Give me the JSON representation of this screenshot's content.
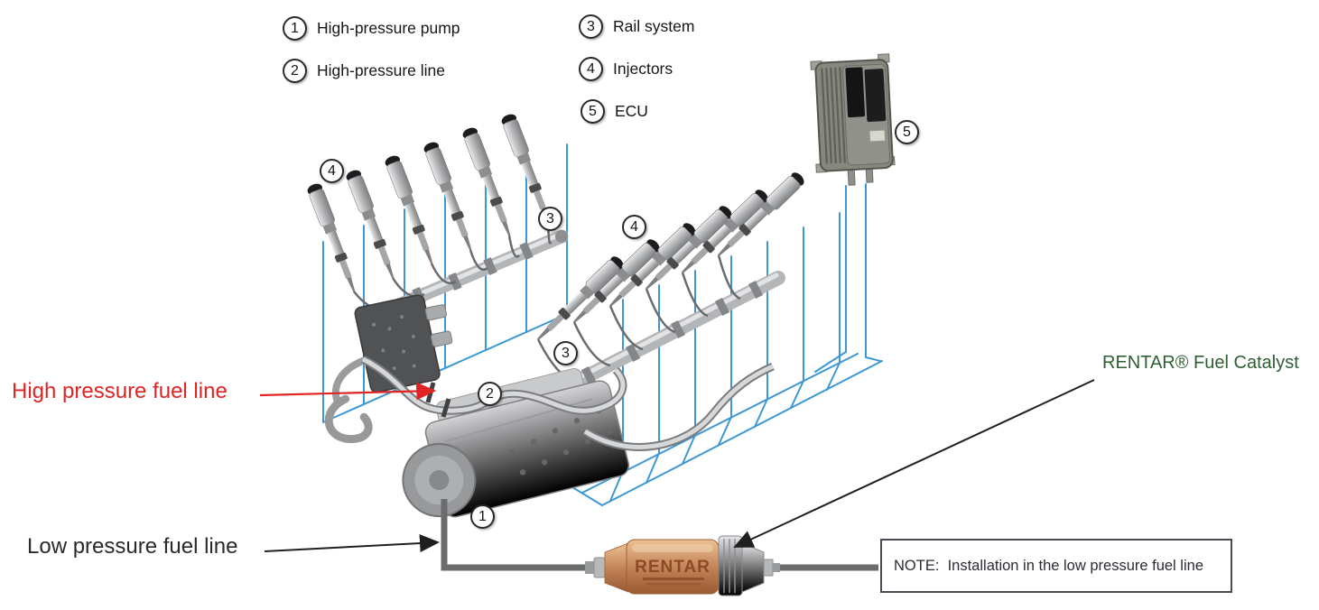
{
  "legend": {
    "items": [
      {
        "num": "1",
        "label": "High-pressure pump"
      },
      {
        "num": "2",
        "label": "High-pressure line"
      },
      {
        "num": "3",
        "label": "Rail system"
      },
      {
        "num": "4",
        "label": "Injectors"
      },
      {
        "num": "5",
        "label": "ECU"
      }
    ]
  },
  "callouts": {
    "pump": "1",
    "hp_line": "2",
    "rail_left": "3",
    "rail_right": "3",
    "injectors_left": "4",
    "injectors_right": "4",
    "ecu": "5"
  },
  "labels": {
    "high_pressure": "High pressure fuel line",
    "low_pressure": "Low pressure fuel line",
    "rentar": "RENTAR® Fuel Catalyst",
    "note": "NOTE:  Installation in the low pressure fuel line"
  },
  "catalyst": {
    "body_text": "RENTAR"
  },
  "colors": {
    "red_accent": "#e02424",
    "green_accent": "#2e5f33",
    "schematic_blue": "#3c98d5",
    "fuel_line_gray": "#6b6c6e",
    "copper": "#c4855a"
  }
}
